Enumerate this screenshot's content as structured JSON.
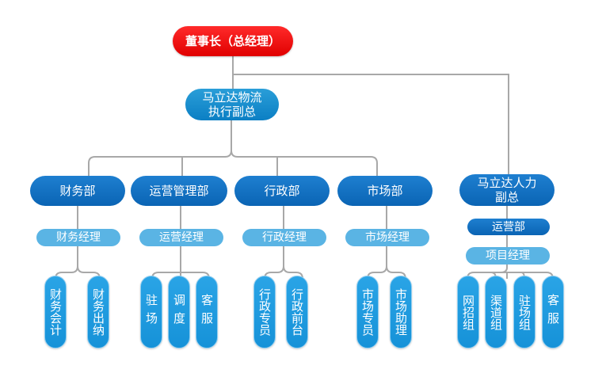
{
  "chart_data": {
    "type": "diagram",
    "nodes": {
      "ceo": "董事长（总经理）",
      "vp_logistics": "马立达物流\n执行副总",
      "vp_hr": "马立达人力\n副总",
      "finance": "财务部",
      "ops": "运营管理部",
      "admin": "行政部",
      "market": "市场部",
      "hr_ops": "运营部",
      "finance_mgr": "财务经理",
      "ops_mgr": "运营经理",
      "admin_mgr": "行政经理",
      "market_mgr": "市场经理",
      "project_mgr": "项目经理",
      "accountant": "财务会计",
      "cashier": "财务出纳",
      "onsite": "驻场",
      "dispatch": "调度",
      "service": "客服",
      "admin_specialist": "行政专员",
      "front_desk": "行政前台",
      "market_specialist": "市场专员",
      "market_assistant": "市场助理",
      "online_recruit": "网招组",
      "channel": "渠道组",
      "onsite_group": "驻场组",
      "service_group": "客服"
    },
    "edges": [
      [
        "ceo",
        "vp_logistics"
      ],
      [
        "ceo",
        "vp_hr"
      ],
      [
        "vp_logistics",
        "finance"
      ],
      [
        "vp_logistics",
        "ops"
      ],
      [
        "vp_logistics",
        "admin"
      ],
      [
        "vp_logistics",
        "market"
      ],
      [
        "finance",
        "finance_mgr"
      ],
      [
        "ops",
        "ops_mgr"
      ],
      [
        "admin",
        "admin_mgr"
      ],
      [
        "market",
        "market_mgr"
      ],
      [
        "finance_mgr",
        "accountant"
      ],
      [
        "finance_mgr",
        "cashier"
      ],
      [
        "ops_mgr",
        "onsite"
      ],
      [
        "ops_mgr",
        "dispatch"
      ],
      [
        "ops_mgr",
        "service"
      ],
      [
        "admin_mgr",
        "admin_specialist"
      ],
      [
        "admin_mgr",
        "front_desk"
      ],
      [
        "market_mgr",
        "market_specialist"
      ],
      [
        "market_mgr",
        "market_assistant"
      ],
      [
        "vp_hr",
        "hr_ops"
      ],
      [
        "hr_ops",
        "project_mgr"
      ],
      [
        "project_mgr",
        "online_recruit"
      ],
      [
        "project_mgr",
        "channel"
      ],
      [
        "project_mgr",
        "onsite_group"
      ],
      [
        "project_mgr",
        "service_group"
      ]
    ]
  },
  "colors": {
    "ceo": "#e60000",
    "vp": "#0b88c8",
    "dept": "#0a64b4",
    "mgr": "#5ab4e4",
    "staff": "#1e9ae0",
    "line": "#a8a8a8"
  }
}
